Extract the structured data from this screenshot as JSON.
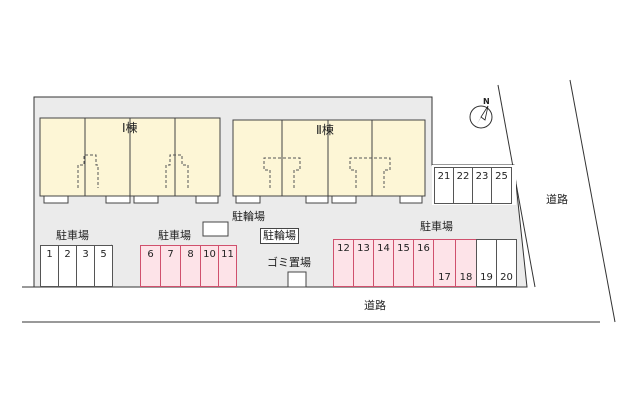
{
  "buildings": [
    {
      "label": "Ⅰ棟"
    },
    {
      "label": "Ⅱ棟"
    }
  ],
  "parking_labels": {
    "lot_a": "駐車場",
    "lot_b": "駐車場",
    "lot_c": "駐車場"
  },
  "facilities": {
    "bicycle_1": "駐輪場",
    "bicycle_2": "駐輪場",
    "garbage": "ゴミ置場"
  },
  "roads": {
    "south": "道路",
    "east": "道路"
  },
  "stalls": {
    "lot_a": [
      "1",
      "2",
      "3",
      "5"
    ],
    "lot_b": [
      "6",
      "7",
      "8",
      "10",
      "11"
    ],
    "lot_c_top": [
      "12",
      "13",
      "14",
      "15",
      "16"
    ],
    "lot_c_bottom": [
      "17",
      "18",
      "19",
      "20"
    ],
    "lot_d": [
      "21",
      "22",
      "23",
      "25"
    ]
  },
  "colors": {
    "building_fill": "#fdf6d6",
    "site_fill": "#ebebeb",
    "highlight_stall": "#fde3e8",
    "highlight_border": "#d0506d"
  },
  "compass": {
    "north": "N"
  }
}
